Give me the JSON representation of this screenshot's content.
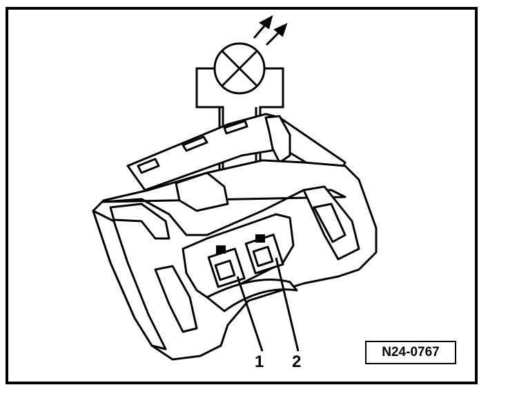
{
  "figure": {
    "callouts": [
      {
        "number": "1",
        "target": "terminal-1"
      },
      {
        "number": "2",
        "target": "terminal-2"
      }
    ],
    "reference_code": "N24-0767",
    "colors": {
      "line": "#000000",
      "background": "#ffffff",
      "fill": "#ffffff"
    }
  }
}
